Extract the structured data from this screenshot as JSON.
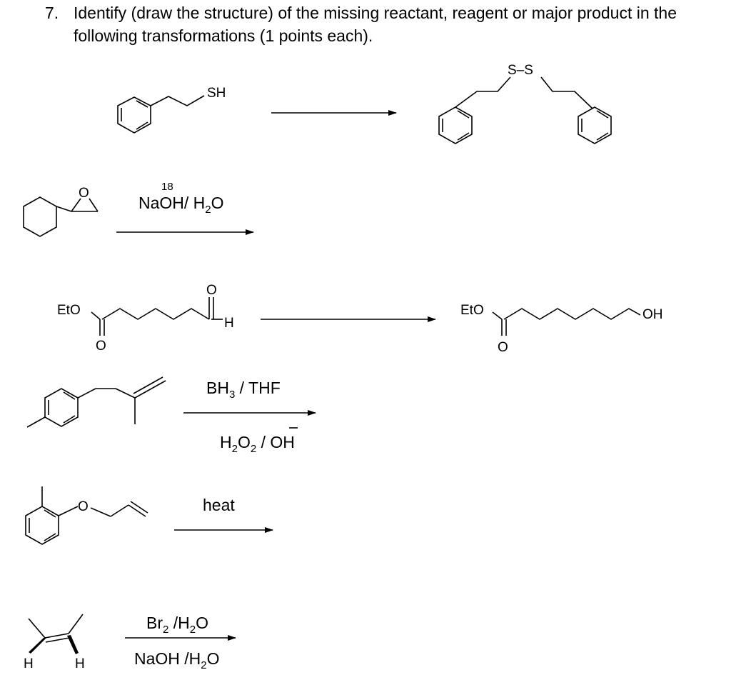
{
  "question": {
    "number": "7.",
    "text": "Identify (draw the structure) of the missing reactant, reagent or major product in the following transformations (1 points each)."
  },
  "atoms": {
    "sh": "SH",
    "ss": "S–S",
    "o": "O",
    "eto": "EtO",
    "h": "H",
    "oh": "OH",
    "o_ether": "O"
  },
  "reagents": {
    "r2_isotope": "18",
    "r2_main": "NaOH/ H",
    "r2_sub": "2",
    "r2_tail": "O",
    "r4_top_main": "BH",
    "r4_top_sub": "3",
    "r4_top_tail": " / THF",
    "r4_bot_main": "H",
    "r4_bot_sub1": "2",
    "r4_bot_mid": "O",
    "r4_bot_sub2": "2",
    "r4_bot_tail": " / OH",
    "r5": "heat",
    "r6_top_main": "Br",
    "r6_top_sub1": "2",
    "r6_top_mid": " /H",
    "r6_top_sub2": "2",
    "r6_top_tail": "O",
    "r6_bot_main": "NaOH /H",
    "r6_bot_sub": "2",
    "r6_bot_tail": "O"
  }
}
